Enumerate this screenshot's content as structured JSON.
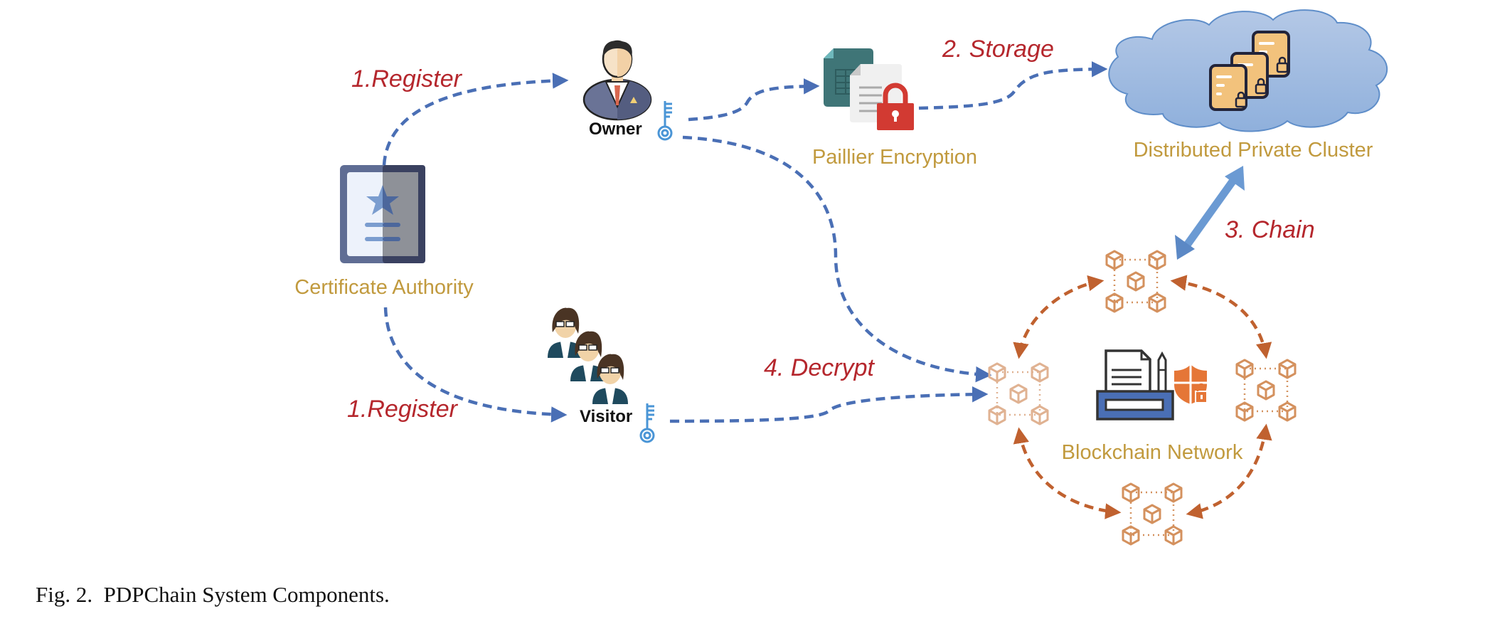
{
  "figure": {
    "caption": "Fig. 2.  PDPChain System Components.",
    "components": {
      "certificate_authority": "Certificate Authority",
      "paillier_encryption": "Paillier Encryption",
      "distributed_private_cluster": "Distributed Private Cluster",
      "blockchain_network": "Blockchain Network"
    },
    "roles": {
      "owner": "Owner",
      "visitor": "Visitor"
    },
    "steps": {
      "register_owner": "1.Register",
      "register_visitor": "1.Register",
      "storage": "2. Storage",
      "chain": "3. Chain",
      "decrypt": "4. Decrypt"
    },
    "colors": {
      "step_text": "#b5272d",
      "component_text": "#c19a3e",
      "flow_arrow": "#4a6fb5",
      "peer_arrow": "#c0612f",
      "chain_arrow": "#6b9ad3",
      "block_node": "#d4915e"
    },
    "icons": {
      "certificate": "certificate-icon",
      "owner": "businessman-icon",
      "visitor": "users-group-icon",
      "key": "key-icon",
      "encryption": "encrypted-document-icon",
      "cloud": "cloud-storage-icon",
      "blockchain_node": "blockchain-cluster-icon",
      "smart_contract": "smart-contract-icon",
      "shield": "shield-lock-icon"
    }
  }
}
